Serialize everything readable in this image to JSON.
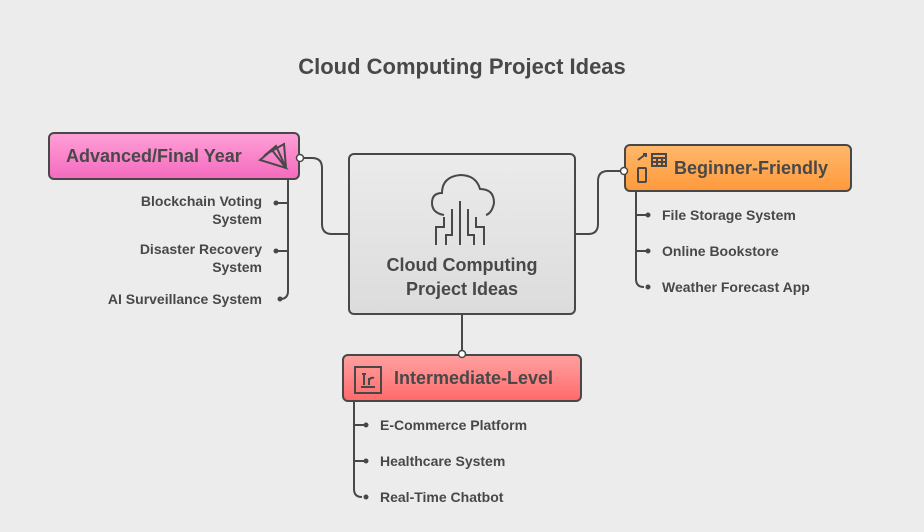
{
  "title": "Cloud Computing Project Ideas",
  "center": {
    "line1": "Cloud Computing",
    "line2": "Project Ideas",
    "icon": "cloud-circuit-icon"
  },
  "branches": {
    "advanced": {
      "label": "Advanced/Final Year",
      "icon": "book-pages-icon",
      "color": "#f46bbf",
      "items": [
        [
          "Blockchain Voting",
          "System"
        ],
        [
          "Disaster Recovery",
          "System"
        ],
        [
          "AI Surveillance System"
        ]
      ]
    },
    "beginner": {
      "label": "Beginner-Friendly",
      "icon": "mobile-sync-icon",
      "color": "#ff9a3c",
      "items": [
        "File Storage System",
        "Online Bookstore",
        "Weather Forecast App"
      ]
    },
    "intermediate": {
      "label": "Intermediate-Level",
      "icon": "text-format-icon",
      "color": "#ff6b6b",
      "items": [
        "E-Commerce Platform",
        "Healthcare System",
        "Real-Time Chatbot"
      ]
    }
  }
}
